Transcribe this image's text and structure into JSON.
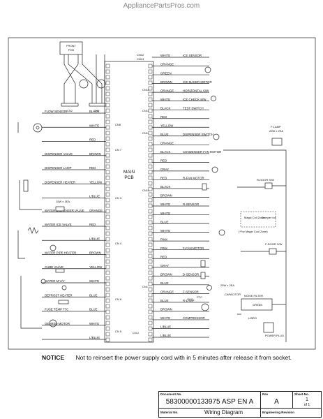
{
  "watermark": "AppliancePartsPros.com",
  "notice": {
    "label": "NOTICE",
    "text": "Not to reinsert the power supply cord with in 5 minutes after release it from socket."
  },
  "title_block": {
    "document_no_label": "Document No.",
    "document_no": "58300000133975 ASP EN A",
    "rev_label": "Rev",
    "rev": "A",
    "sheet_label": "Sheet-No.",
    "sheet": "1",
    "sheet_of": "of 1",
    "material_no_label": "Material No.",
    "material_no": "Wiring Diagram",
    "engineering_revision": "Engineering Revision"
  },
  "main_pcb": {
    "label_1": "MAIN",
    "label_2": "PCB"
  },
  "connectors": {
    "cn12": "CN12",
    "cn13": "CN13",
    "cn10": "CN10",
    "cn11": "CN11",
    "cn14": "CN14",
    "cn15": "CN15",
    "cn8": "CN8",
    "cn7": "CN 7",
    "cn3": "CN 3",
    "cn4": "CN 4",
    "cn6": "CN 6",
    "cn5": "CN 5",
    "cn2": "CN 2",
    "cn1": "CN1",
    "cn2_top": "CN2",
    "cn1_top": "CN1"
  },
  "front_pcb": {
    "label_1": "FRONT",
    "label_2": "PCB"
  },
  "right_wires": [
    {
      "color": "WHITE",
      "label": "ICE SENSOR"
    },
    {
      "color": "ORANGE",
      "label": ""
    },
    {
      "color": "GREEN",
      "label": ""
    },
    {
      "color": "BROWN",
      "label": "ICE MAKER MOTOR"
    },
    {
      "color": "ORANGE",
      "label": "HORIZONTAL S/W"
    },
    {
      "color": "WHITE",
      "label": "ICE CHECK S/W"
    },
    {
      "color": "BLACK",
      "label": "TEST SWITCH"
    },
    {
      "color": "RED",
      "label": ""
    },
    {
      "color": "YELLOW",
      "label": ""
    },
    {
      "color": "BLUE",
      "label": "DISPENSER SWITCH"
    },
    {
      "color": "ORANGE",
      "label": ""
    },
    {
      "color": "BLACK",
      "label": "CONDENSER FAN MOTOR"
    },
    {
      "color": "RED",
      "label": ""
    },
    {
      "color": "GRAY",
      "label": ""
    },
    {
      "color": "RED",
      "label": "R-FAN MOTOR"
    },
    {
      "color": "BLACK",
      "label": ""
    },
    {
      "color": "BROWN",
      "label": ""
    },
    {
      "color": "WHITE",
      "label": "R-SENSOR"
    },
    {
      "color": "WHITE",
      "label": ""
    },
    {
      "color": "BLUE",
      "label": ""
    },
    {
      "color": "WHITE",
      "label": ""
    },
    {
      "color": "PINK",
      "label": ""
    },
    {
      "color": "PINK",
      "label": "F-FAN MOTOR"
    },
    {
      "color": "RED",
      "label": ""
    },
    {
      "color": "GRAY",
      "label": ""
    },
    {
      "color": "BROWN",
      "label": "D-SENSOR"
    },
    {
      "color": "BLUE",
      "label": ""
    },
    {
      "color": "ORANGE",
      "label": "F-SENSOR"
    },
    {
      "color": "BLUE",
      "label": "R-LAMP"
    },
    {
      "color": "BROWN",
      "label": ""
    },
    {
      "color": "WHITE",
      "label": "COMPRESSOR"
    },
    {
      "color": "L/BLUE",
      "label": ""
    },
    {
      "color": "L/BLUE",
      "label": ""
    }
  ],
  "left_wires": [
    {
      "color": "BLACK",
      "label": "FLOW SENSOR"
    },
    {
      "color": "WHITE",
      "label": ""
    },
    {
      "color": "RED",
      "label": ""
    },
    {
      "color": "BROWN",
      "label": "DISPENSER VALVE"
    },
    {
      "color": "RED",
      "label": "DISPENSER LAMP"
    },
    {
      "color": "YELLOW",
      "label": "DISPENSER HEATER"
    },
    {
      "color": "L/BLUE",
      "label": ""
    },
    {
      "color": "ORANGE",
      "label": "WATER DISPENSER VALVE"
    },
    {
      "color": "RED",
      "label": "WATER ICE VALVE"
    },
    {
      "color": "L/BLUE",
      "label": ""
    },
    {
      "color": "BROWN",
      "label": "WATER PIPE HEATER"
    },
    {
      "color": "YELLOW",
      "label": "CUBE VALVE"
    },
    {
      "color": "WHITE",
      "label": "WATER M V/V"
    },
    {
      "color": "BLUE",
      "label": "DEFROST HEATER"
    },
    {
      "color": "BLUE",
      "label": "FUSE TEMP 77C"
    },
    {
      "color": "WHITE",
      "label": "GEARED MOTOR"
    },
    {
      "color": "L/BLUE",
      "label": ""
    }
  ],
  "right_components": {
    "f_lamp": "F-LAMP",
    "f_lamp_rating": "25W x 2EA",
    "r_door": "R-DOOR S/W",
    "magic_coil": "Magic Coil Zone",
    "damper": "Damper Ice",
    "magic_note": "(*For Magic Cool Zone)",
    "f_door": "F-DOOR S/W",
    "r_lamp_rating": "25W x 2EA",
    "capacitor": "CAPACITOR",
    "olp": "OLP",
    "ptc": "PTC",
    "noise_filter": "NOISE FILTER",
    "green": "GREEN",
    "l_bro": "L/BRO",
    "power_plug": "POWER PLUG"
  },
  "left_components": {
    "dispenser_lamp_rating": "15W x 1EA"
  }
}
